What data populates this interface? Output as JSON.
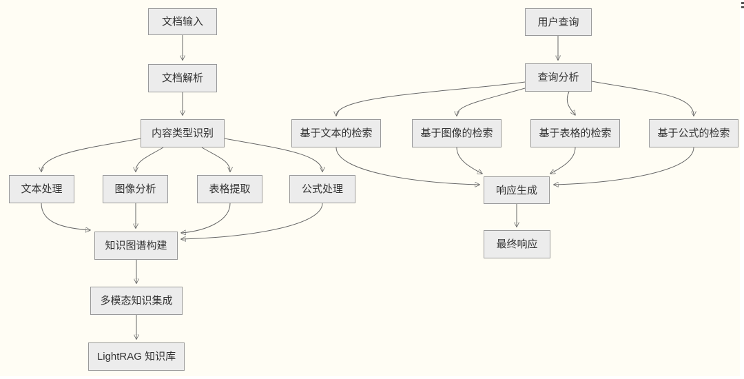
{
  "diagram": {
    "type": "flowchart",
    "theme": {
      "diagram_background": "#FFFDF4",
      "page_background": "#FFFFFF",
      "node_fill": "#ECECEC",
      "node_border": "#999999",
      "node_text_color": "#333333",
      "edge_color": "#666666",
      "arrowhead_color": "#333333"
    },
    "nodes": {
      "doc_input": {
        "label": "文档输入"
      },
      "doc_parse": {
        "label": "文档解析"
      },
      "content_type": {
        "label": "内容类型识别"
      },
      "text_proc": {
        "label": "文本处理"
      },
      "image_anal": {
        "label": "图像分析"
      },
      "table_extract": {
        "label": "表格提取"
      },
      "formula_proc": {
        "label": "公式处理"
      },
      "kg_build": {
        "label": "知识图谱构建"
      },
      "multimodal": {
        "label": "多模态知识集成"
      },
      "lightrag": {
        "label": "LightRAG 知识库"
      },
      "user_query": {
        "label": "用户查询"
      },
      "query_anal": {
        "label": "查询分析"
      },
      "text_retr": {
        "label": "基于文本的检索"
      },
      "image_retr": {
        "label": "基于图像的检索"
      },
      "table_retr": {
        "label": "基于表格的检索"
      },
      "formula_retr": {
        "label": "基于公式的检索"
      },
      "response_gen": {
        "label": "响应生成"
      },
      "final_resp": {
        "label": "最终响应"
      }
    },
    "edges": [
      {
        "from": "doc_input",
        "to": "doc_parse"
      },
      {
        "from": "doc_parse",
        "to": "content_type"
      },
      {
        "from": "content_type",
        "to": "text_proc"
      },
      {
        "from": "content_type",
        "to": "image_anal"
      },
      {
        "from": "content_type",
        "to": "table_extract"
      },
      {
        "from": "content_type",
        "to": "formula_proc"
      },
      {
        "from": "text_proc",
        "to": "kg_build"
      },
      {
        "from": "image_anal",
        "to": "kg_build"
      },
      {
        "from": "table_extract",
        "to": "kg_build"
      },
      {
        "from": "formula_proc",
        "to": "kg_build"
      },
      {
        "from": "kg_build",
        "to": "multimodal"
      },
      {
        "from": "multimodal",
        "to": "lightrag"
      },
      {
        "from": "user_query",
        "to": "query_anal"
      },
      {
        "from": "query_anal",
        "to": "text_retr"
      },
      {
        "from": "query_anal",
        "to": "image_retr"
      },
      {
        "from": "query_anal",
        "to": "table_retr"
      },
      {
        "from": "query_anal",
        "to": "formula_retr"
      },
      {
        "from": "text_retr",
        "to": "response_gen"
      },
      {
        "from": "image_retr",
        "to": "response_gen"
      },
      {
        "from": "table_retr",
        "to": "response_gen"
      },
      {
        "from": "formula_retr",
        "to": "response_gen"
      },
      {
        "from": "response_gen",
        "to": "final_resp"
      }
    ]
  }
}
